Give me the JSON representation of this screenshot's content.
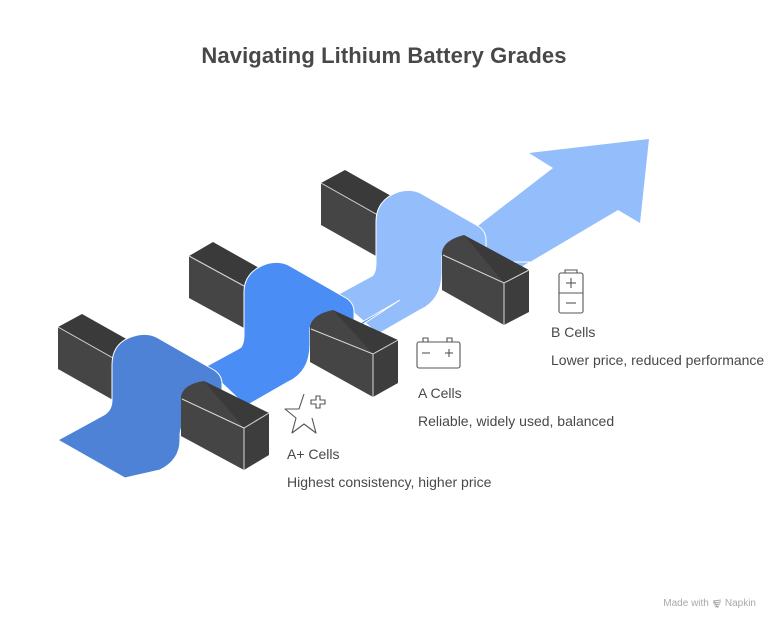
{
  "title": "Navigating Lithium Battery Grades",
  "colors": {
    "grade_a_plus": "#4d82d6",
    "grade_a": "#4a8ef5",
    "grade_b": "#94bdfc",
    "cell_body": "#454545",
    "text": "#484848"
  },
  "grades": [
    {
      "name": "A+ Cells",
      "description": "Highest consistency, higher price",
      "icon": "star-plus-icon"
    },
    {
      "name": "A Cells",
      "description": "Reliable, widely used, balanced",
      "icon": "car-battery-icon"
    },
    {
      "name": "B Cells",
      "description": "Lower price, reduced performance",
      "icon": "battery-vertical-icon"
    }
  ],
  "footer": {
    "made_with": "Made with",
    "brand": "Napkin"
  }
}
